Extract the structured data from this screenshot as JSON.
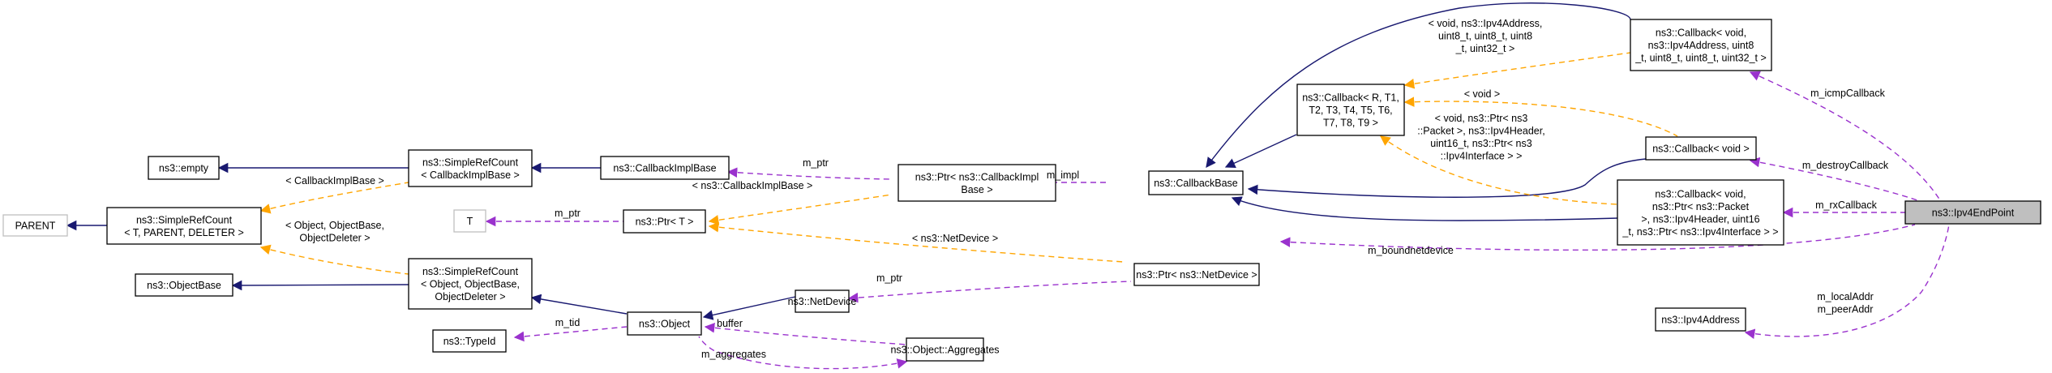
{
  "title": "ns3::Ipv4EndPoint collaboration diagram",
  "colors": {
    "inherit": "#191970",
    "member": "#9a32cd",
    "template": "#ffa500",
    "focus_fill": "#bfbfbf",
    "ghost_border": "#bfbfbf"
  },
  "nodes": {
    "parent": {
      "lines": [
        "PARENT"
      ]
    },
    "empty": {
      "lines": [
        "ns3::empty"
      ]
    },
    "src_tpd": {
      "lines": [
        "ns3::SimpleRefCount",
        "< T, PARENT, DELETER >"
      ]
    },
    "objectbase": {
      "lines": [
        "ns3::ObjectBase"
      ]
    },
    "src_cib": {
      "lines": [
        "ns3::SimpleRefCount",
        "< CallbackImplBase >"
      ]
    },
    "src_obj": {
      "lines": [
        "ns3::SimpleRefCount",
        "< Object, ObjectBase,",
        "ObjectDeleter >"
      ]
    },
    "t": {
      "lines": [
        "T"
      ]
    },
    "typeid": {
      "lines": [
        "ns3::TypeId"
      ]
    },
    "cib": {
      "lines": [
        "ns3::CallbackImplBase"
      ]
    },
    "ptr_t": {
      "lines": [
        "ns3::Ptr< T >"
      ]
    },
    "object": {
      "lines": [
        "ns3::Object"
      ]
    },
    "netdevice": {
      "lines": [
        "ns3::NetDevice"
      ]
    },
    "aggregates": {
      "lines": [
        "ns3::Object::Aggregates"
      ]
    },
    "ptr_cib": {
      "lines": [
        "ns3::Ptr< ns3::CallbackImpl",
        "Base >"
      ]
    },
    "ptr_nd": {
      "lines": [
        "ns3::Ptr< ns3::NetDevice >"
      ]
    },
    "cbbase": {
      "lines": [
        "ns3::CallbackBase"
      ]
    },
    "cb_generic": {
      "lines": [
        "ns3::Callback< R, T1,",
        "T2, T3, T4, T5, T6,",
        "T7, T8, T9 >"
      ]
    },
    "cb_icmp": {
      "lines": [
        "ns3::Callback< void,",
        "ns3::Ipv4Address, uint8",
        "_t, uint8_t, uint8_t, uint32_t >"
      ]
    },
    "cb_void": {
      "lines": [
        "ns3::Callback< void >"
      ]
    },
    "cb_rx": {
      "lines": [
        "ns3::Callback< void,",
        "ns3::Ptr< ns3::Packet",
        ">, ns3::Ipv4Header, uint16",
        "_t, ns3::Ptr< ns3::Ipv4Interface > >"
      ]
    },
    "endpoint": {
      "lines": [
        "ns3::Ipv4EndPoint"
      ]
    },
    "ipv4address": {
      "lines": [
        "ns3::Ipv4Address"
      ]
    }
  },
  "edge_labels": {
    "tmpl_cib": [
      "< CallbackImplBase >"
    ],
    "tmpl_obj": [
      "< Object, ObjectBase,",
      "ObjectDeleter >"
    ],
    "m_ptr_cib": [
      "m_ptr"
    ],
    "tmpl_ptr_cib": [
      "< ns3::CallbackImplBase >"
    ],
    "m_ptr_t": [
      "m_ptr"
    ],
    "m_impl": [
      "m_impl"
    ],
    "tmpl_netdevice": [
      "< ns3::NetDevice >"
    ],
    "m_ptr_nd": [
      "m_ptr"
    ],
    "m_tid": [
      "m_tid"
    ],
    "buffer": [
      "buffer"
    ],
    "m_aggregates": [
      "m_aggregates"
    ],
    "tmpl_icmp": [
      "< void, ns3::Ipv4Address,",
      "uint8_t, uint8_t, uint8",
      "_t, uint32_t >"
    ],
    "tmpl_void": [
      "< void >"
    ],
    "tmpl_rx": [
      "< void, ns3::Ptr< ns3",
      "::Packet >, ns3::Ipv4Header,",
      "uint16_t, ns3::Ptr< ns3",
      "::Ipv4Interface > >"
    ],
    "m_icmpCallback": [
      "m_icmpCallback"
    ],
    "m_destroyCallback": [
      "m_destroyCallback"
    ],
    "m_rxCallback": [
      "m_rxCallback"
    ],
    "m_boundnetdevice": [
      "m_boundnetdevice"
    ],
    "m_addr": [
      "m_localAddr",
      "m_peerAddr"
    ]
  }
}
